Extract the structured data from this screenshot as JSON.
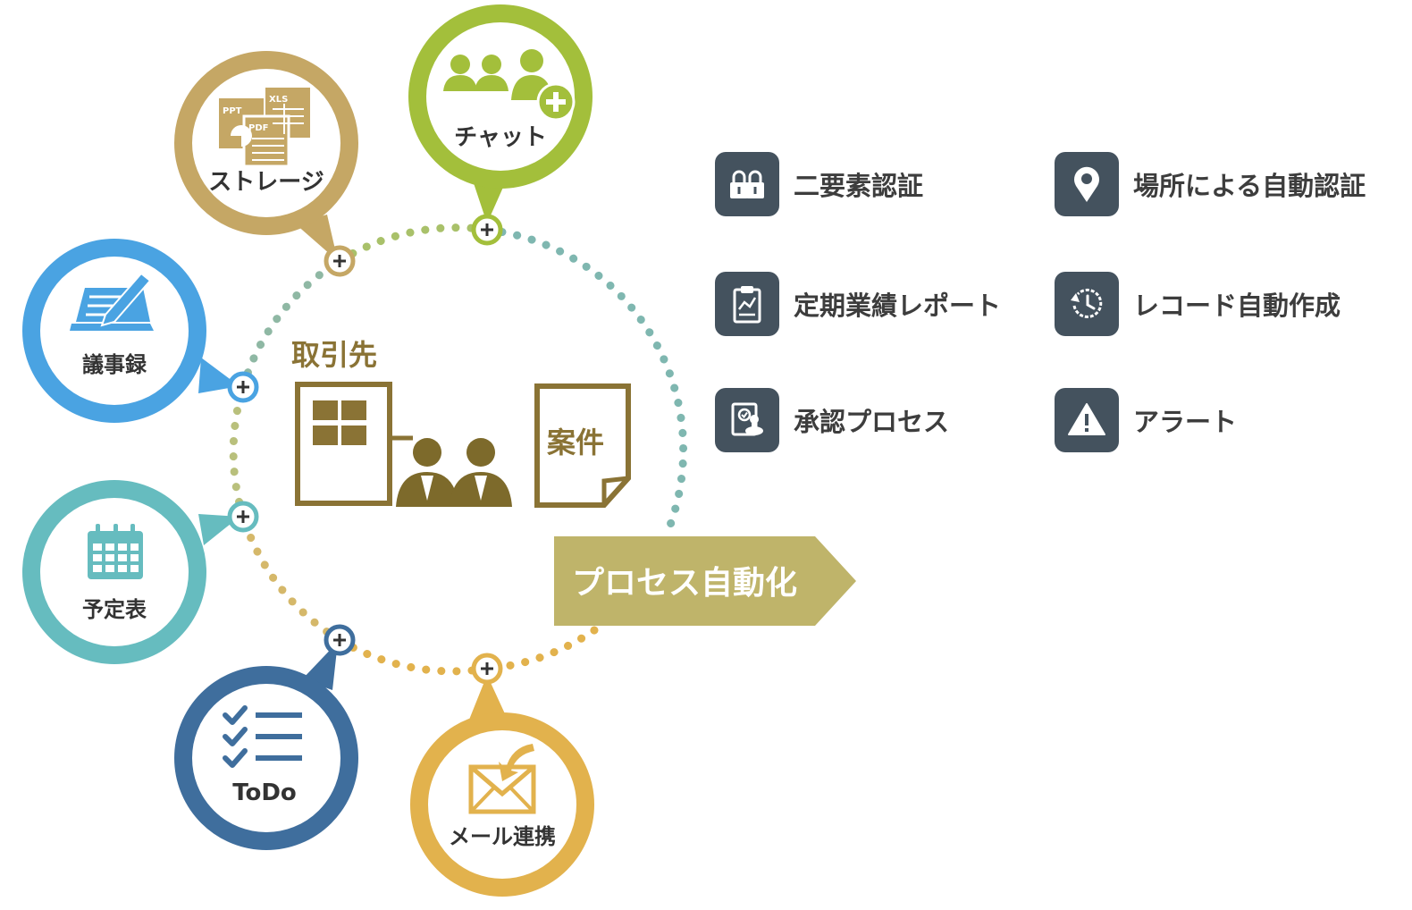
{
  "diagram": {
    "center": {
      "title": "取引先",
      "doc_label": "案件"
    },
    "banner": "プロセス自動化",
    "bubbles": [
      {
        "label": "ストレージ",
        "icon": "file-storage-icon",
        "color": "#c5a765"
      },
      {
        "label": "チャット",
        "icon": "group-chat-icon",
        "color": "#a3bf3b"
      },
      {
        "label": "議事録",
        "icon": "notes-pen-icon",
        "color": "#4aa3e2"
      },
      {
        "label": "予定表",
        "icon": "calendar-icon",
        "color": "#66bcbf"
      },
      {
        "label": "ToDo",
        "icon": "checklist-icon",
        "color": "#3f6e9d"
      },
      {
        "label": "メール連携",
        "icon": "mail-icon",
        "color": "#e2b24d"
      }
    ],
    "file_tags": [
      "PPT",
      "XLS",
      "PDF"
    ],
    "features": [
      {
        "label": "二要素認証",
        "icon": "lock-icon"
      },
      {
        "label": "場所による自動認証",
        "icon": "location-pin-icon"
      },
      {
        "label": "定期業績レポート",
        "icon": "clipboard-report-icon"
      },
      {
        "label": "レコード自動作成",
        "icon": "clock-refresh-icon"
      },
      {
        "label": "承認プロセス",
        "icon": "approval-stamp-icon"
      },
      {
        "label": "アラート",
        "icon": "alert-icon"
      }
    ],
    "colors": {
      "center_brown": "#8a7335",
      "center_people": "#7d6a2b",
      "banner": "#bfb46a",
      "feature_icon_bg": "#44525e",
      "feature_text": "#3d3d3d"
    }
  }
}
